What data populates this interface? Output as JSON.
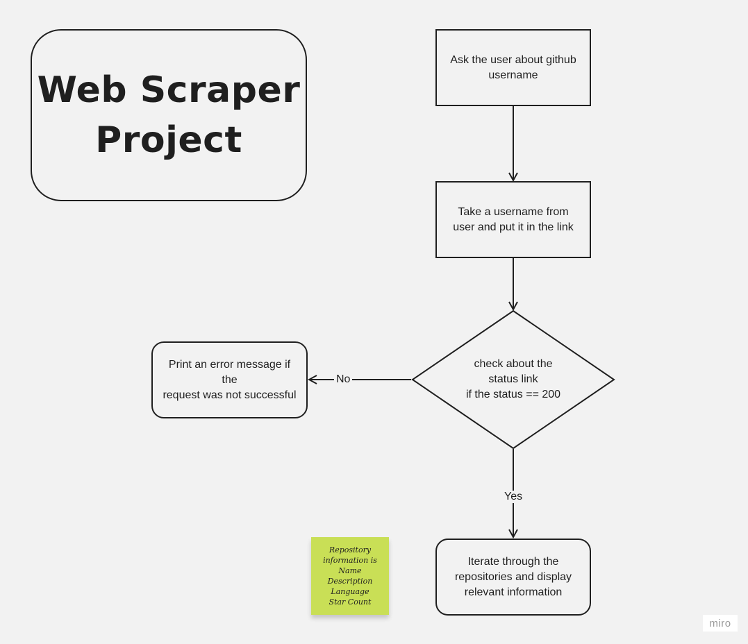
{
  "title": {
    "line1": "Web Scraper",
    "line2": "Project"
  },
  "nodes": {
    "ask_username": "Ask the user about github\nusername",
    "take_username": "Take a username from\nuser and put it in the link",
    "check_status": "check about the\nstatus link\nif the status == 200",
    "print_error": "Print an error message if the\nrequest was not successful",
    "iterate_repos": "Iterate through the\nrepositories and display\nrelevant information"
  },
  "edges": {
    "no_label": "No",
    "yes_label": "Yes"
  },
  "sticky_note": "Repository\ninformation is\nName\nDescription\nLanguage\nStar Count",
  "brand": "miro",
  "colors": {
    "background": "#f2f2f2",
    "stroke": "#1f1f1f",
    "sticky": "#c9df56"
  }
}
